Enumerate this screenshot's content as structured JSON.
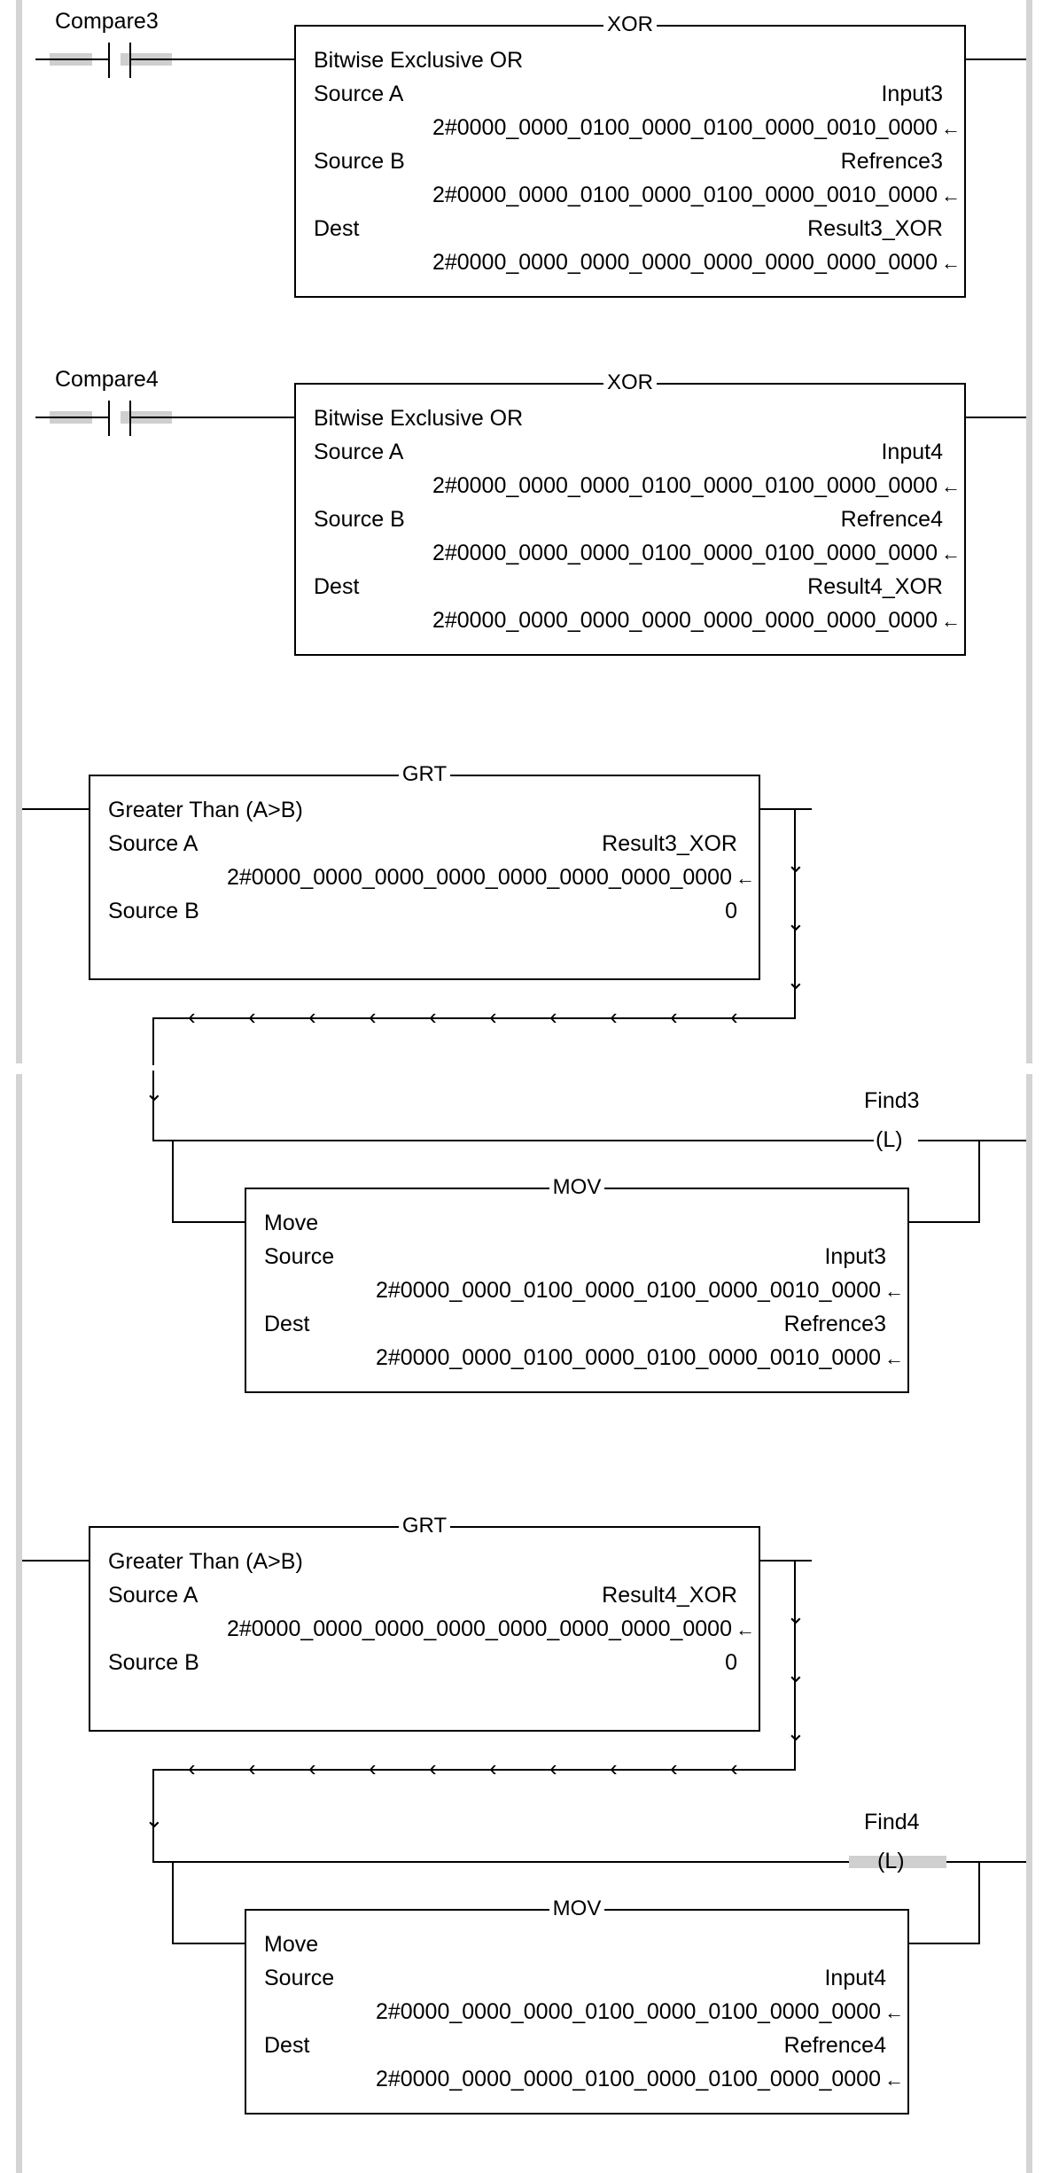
{
  "rung1": {
    "contact_tag": "Compare3",
    "instr": "XOR",
    "desc": "Bitwise Exclusive OR",
    "src_a_label": "Source A",
    "src_a_tag": "Input3",
    "src_a_val": "2#0000_0000_0100_0000_0100_0000_0010_0000",
    "src_b_label": "Source B",
    "src_b_tag": "Refrence3",
    "src_b_val": "2#0000_0000_0100_0000_0100_0000_0010_0000",
    "dest_label": "Dest",
    "dest_tag": "Result3_XOR",
    "dest_val": "2#0000_0000_0000_0000_0000_0000_0000_0000"
  },
  "rung2": {
    "contact_tag": "Compare4",
    "instr": "XOR",
    "desc": "Bitwise Exclusive OR",
    "src_a_label": "Source A",
    "src_a_tag": "Input4",
    "src_a_val": "2#0000_0000_0000_0100_0000_0100_0000_0000",
    "src_b_label": "Source B",
    "src_b_tag": "Refrence4",
    "src_b_val": "2#0000_0000_0000_0100_0000_0100_0000_0000",
    "dest_label": "Dest",
    "dest_tag": "Result4_XOR",
    "dest_val": "2#0000_0000_0000_0000_0000_0000_0000_0000"
  },
  "rung3": {
    "instr": "GRT",
    "desc": "Greater Than (A>B)",
    "src_a_label": "Source A",
    "src_a_tag": "Result3_XOR",
    "src_a_val": "2#0000_0000_0000_0000_0000_0000_0000_0000",
    "src_b_label": "Source B",
    "src_b_val": "0",
    "coil_tag": "Find3",
    "coil_symbol": "(L)",
    "mov_instr": "MOV",
    "mov_desc": "Move",
    "mov_src_label": "Source",
    "mov_src_tag": "Input3",
    "mov_src_val": "2#0000_0000_0100_0000_0100_0000_0010_0000",
    "mov_dest_label": "Dest",
    "mov_dest_tag": "Refrence3",
    "mov_dest_val": "2#0000_0000_0100_0000_0100_0000_0010_0000"
  },
  "rung4": {
    "instr": "GRT",
    "desc": "Greater Than (A>B)",
    "src_a_label": "Source A",
    "src_a_tag": "Result4_XOR",
    "src_a_val": "2#0000_0000_0000_0000_0000_0000_0000_0000",
    "src_b_label": "Source B",
    "src_b_val": "0",
    "coil_tag": "Find4",
    "coil_symbol": "(L)",
    "mov_instr": "MOV",
    "mov_desc": "Move",
    "mov_src_label": "Source",
    "mov_src_tag": "Input4",
    "mov_src_val": "2#0000_0000_0000_0100_0000_0100_0000_0000",
    "mov_dest_label": "Dest",
    "mov_dest_tag": "Refrence4",
    "mov_dest_val": "2#0000_0000_0000_0100_0000_0100_0000_0000"
  },
  "icons": {
    "value_arrow": "left-arrow-icon",
    "branch_arrow": "chevron-left-icon",
    "down_arrow": "chevron-down-icon"
  }
}
